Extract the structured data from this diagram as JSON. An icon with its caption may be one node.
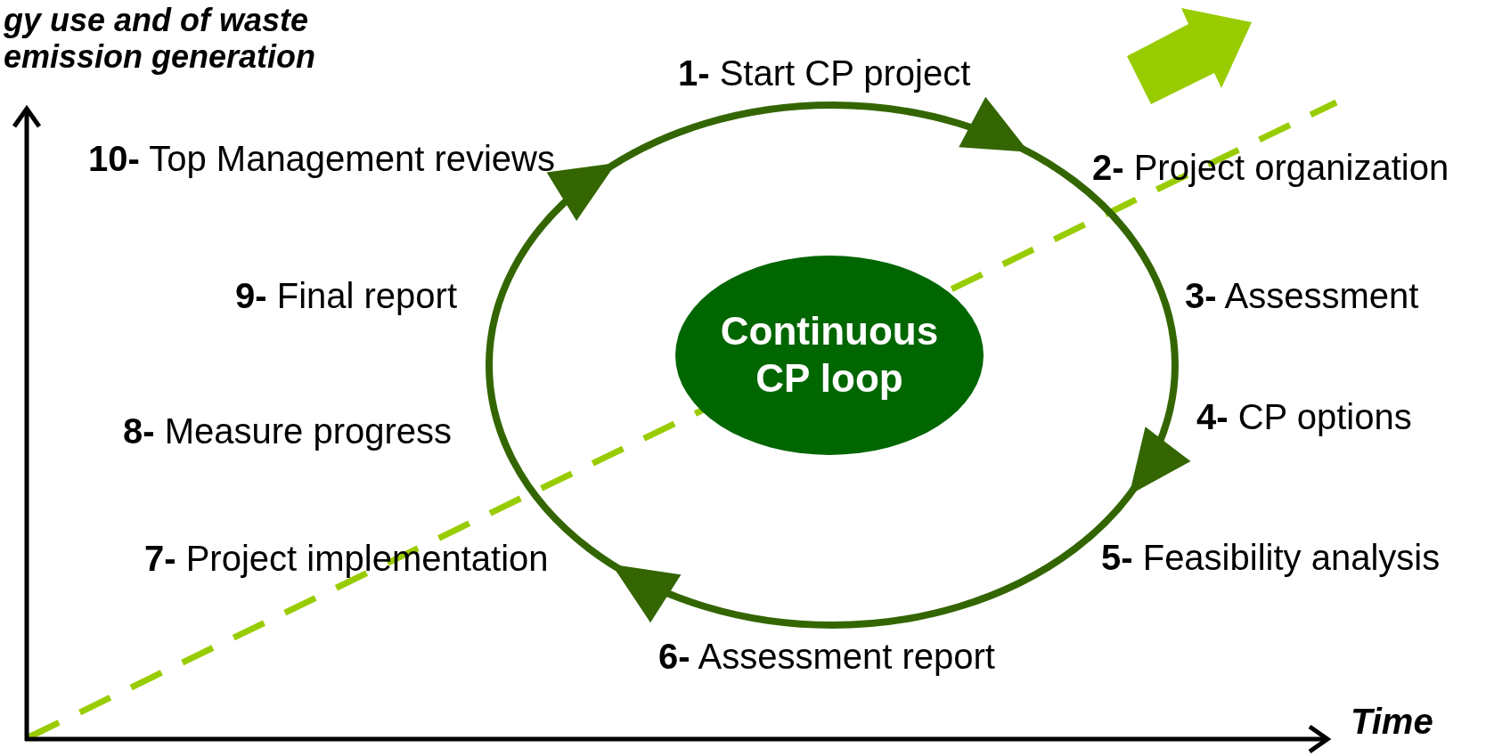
{
  "diagram": {
    "nodes": [
      {
        "text": [
          "Continuous CP loop"
        ]
      }
    ],
    "labels": [
      "gy use and of waste emission generation",
      "**1-** Start CP project",
      "**2-** Project organization",
      "**3-** Assessment",
      "**4-** CP options",
      "**5-** Feasibility analysis",
      "**6-** Assessment report",
      "**7-** Project implementation",
      "**8-** Measure progress",
      "**9-** Final report",
      "**10-** Top Management reviews",
      "Time"
    ]
  }
}
